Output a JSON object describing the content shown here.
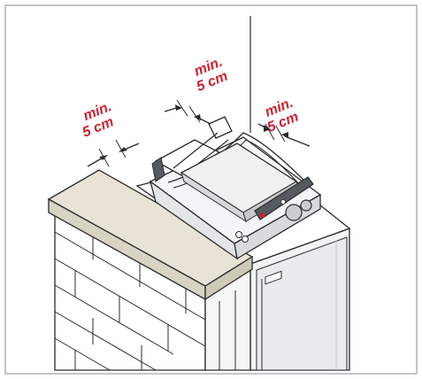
{
  "clearances": [
    {
      "line1": "min.",
      "line2": "5 cm"
    },
    {
      "line1": "min.",
      "line2": "5 cm"
    },
    {
      "line1": "min.",
      "line2": "5 cm"
    }
  ],
  "colors": {
    "label": "#d2202f",
    "line": "#2a2a2a",
    "frame": "#9aa0a6",
    "countertop": "#e8e3d6",
    "appliance_body": "#f4f5f6",
    "plate": "#f0f0f0",
    "handle": "#555a60"
  }
}
